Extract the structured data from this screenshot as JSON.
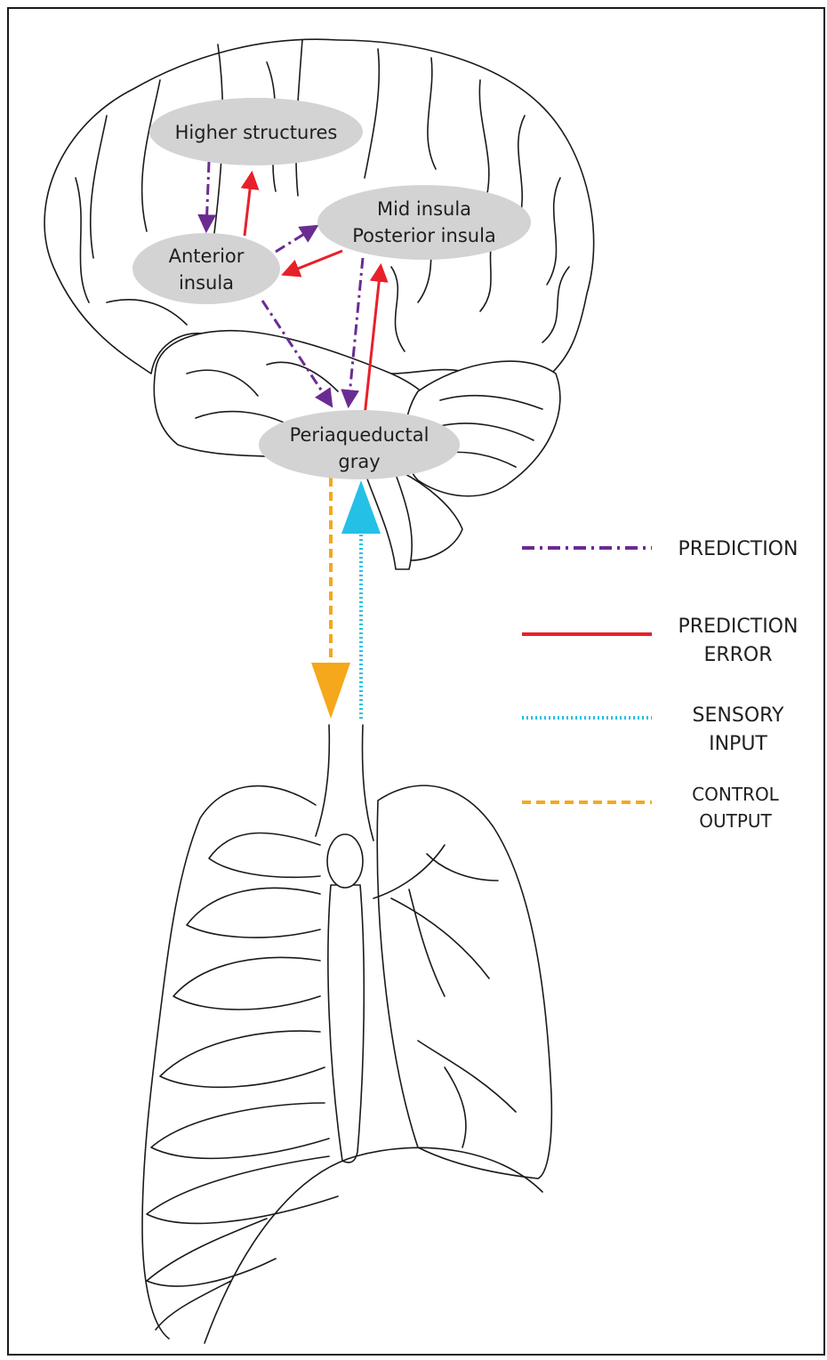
{
  "nodes": {
    "higher_structures": "Higher structures",
    "mid_insula": [
      "Mid insula",
      "Posterior insula"
    ],
    "anterior_insula": [
      "Anterior",
      "insula"
    ],
    "periaqueductal_gray": [
      "Periaqueductal",
      "gray"
    ]
  },
  "legend": {
    "prediction": "PREDICTION",
    "prediction_error": [
      "PREDICTION",
      "ERROR"
    ],
    "sensory_input": [
      "SENSORY",
      "INPUT"
    ],
    "control_output": [
      "CONTROL",
      "OUTPUT"
    ]
  },
  "colors": {
    "prediction": "#6a2c91",
    "prediction_error": "#e8202a",
    "sensory_input": "#25c0e6",
    "control_output": "#f5a81c",
    "node_fill": "#d3d3d3"
  }
}
